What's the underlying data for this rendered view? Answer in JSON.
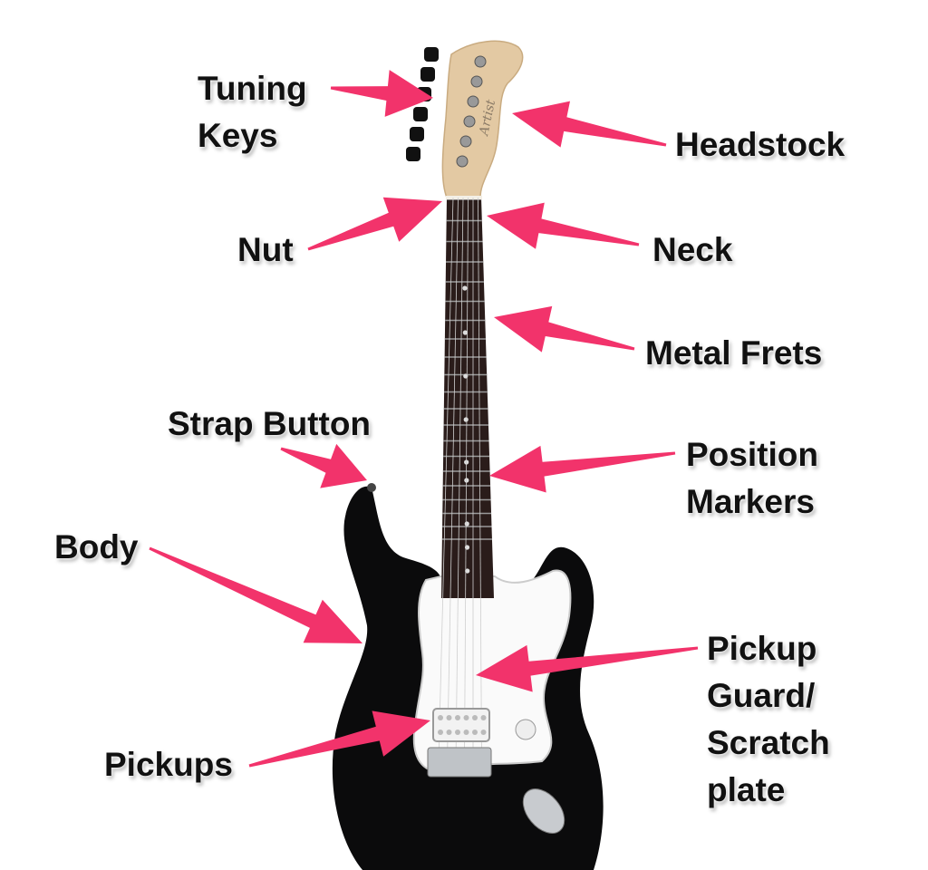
{
  "title": "Parts of an Electric Guitar",
  "headstock_logo": "Artist",
  "colors": {
    "arrow": "#f2336b",
    "body": "#0b0b0c",
    "pickguard": "#fafafa",
    "fretboard": "#2a1c1a",
    "headstock": "#e3c9a3"
  },
  "labels": [
    {
      "id": "tuning-keys",
      "text": "Tuning\nKeys"
    },
    {
      "id": "headstock",
      "text": "Headstock"
    },
    {
      "id": "nut",
      "text": "Nut"
    },
    {
      "id": "neck",
      "text": "Neck"
    },
    {
      "id": "metal-frets",
      "text": "Metal Frets"
    },
    {
      "id": "strap-button",
      "text": "Strap Button"
    },
    {
      "id": "position-markers",
      "text": "Position\nMarkers"
    },
    {
      "id": "body",
      "text": "Body"
    },
    {
      "id": "pickup-guard",
      "text": "Pickup\nGuard/\nScratch\nplate"
    },
    {
      "id": "pickups",
      "text": "Pickups"
    }
  ]
}
